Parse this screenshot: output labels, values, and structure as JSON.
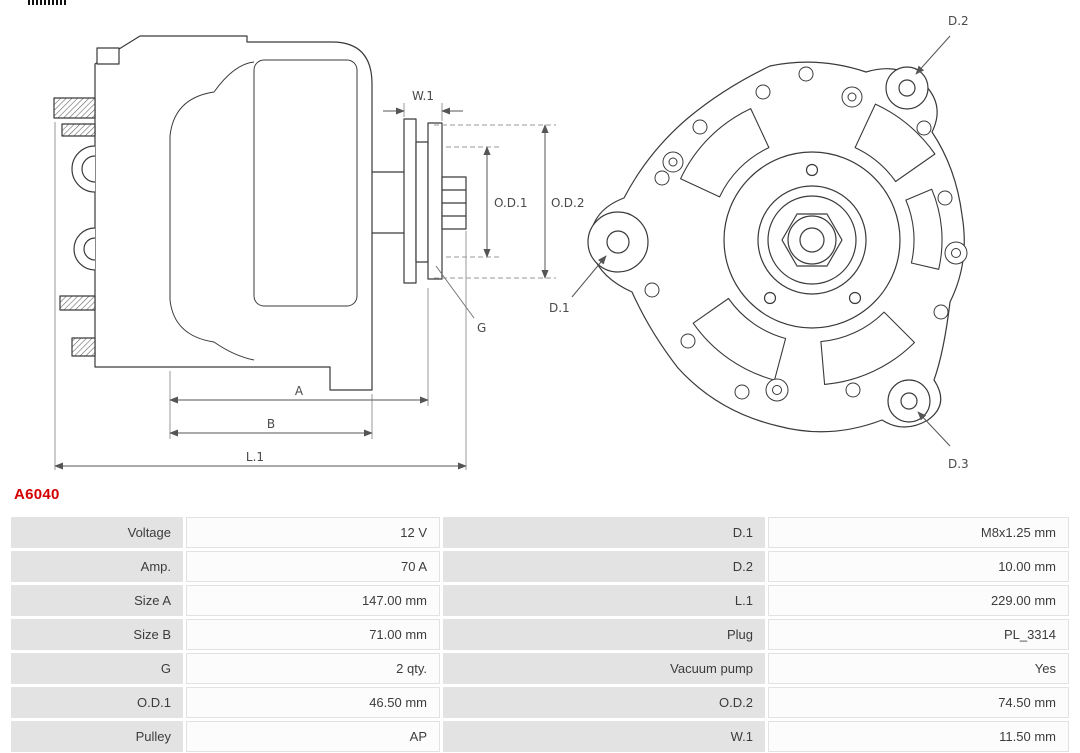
{
  "part": {
    "number": "A6040"
  },
  "colors": {
    "part_number_red": "#d40000",
    "table_label_bg": "#e3e3e3",
    "table_value_bg": "#fcfcfc"
  },
  "diagram": {
    "labels": {
      "w1": "W.1",
      "od1": "O.D.1",
      "od2": "O.D.2",
      "g": "G",
      "a": "A",
      "b": "B",
      "l1": "L.1",
      "d1": "D.1",
      "d2": "D.2",
      "d3": "D.3"
    }
  },
  "spec_table": {
    "rows": [
      {
        "label_left": "Voltage",
        "value_left": "12 V",
        "label_right": "D.1",
        "value_right": "M8x1.25 mm"
      },
      {
        "label_left": "Amp.",
        "value_left": "70 A",
        "label_right": "D.2",
        "value_right": "10.00 mm"
      },
      {
        "label_left": "Size A",
        "value_left": "147.00 mm",
        "label_right": "L.1",
        "value_right": "229.00 mm"
      },
      {
        "label_left": "Size B",
        "value_left": "71.00 mm",
        "label_right": "Plug",
        "value_right": "PL_3314"
      },
      {
        "label_left": "G",
        "value_left": "2 qty.",
        "label_right": "Vacuum pump",
        "value_right": "Yes"
      },
      {
        "label_left": "O.D.1",
        "value_left": "46.50 mm",
        "label_right": "O.D.2",
        "value_right": "74.50 mm"
      },
      {
        "label_left": "Pulley",
        "value_left": "AP",
        "label_right": "W.1",
        "value_right": "11.50 mm"
      }
    ]
  }
}
